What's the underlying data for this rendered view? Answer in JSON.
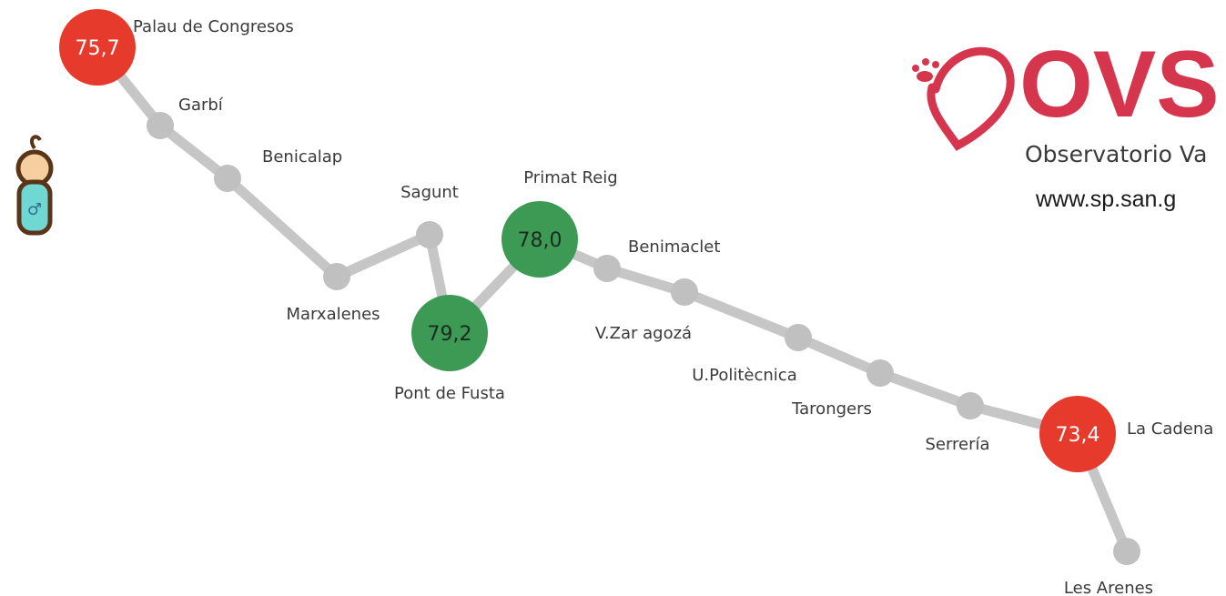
{
  "colors": {
    "line": "#c6c6c6",
    "stop": "#c0c0c0",
    "high": "#3d9a55",
    "low": "#e53a2c",
    "logo": "#d6364d",
    "baby_skin": "#f6cfa0",
    "baby_body": "#6fd8d2",
    "baby_outline": "#5a3418"
  },
  "icon": {
    "name": "baby-male-icon",
    "symbol": "♂"
  },
  "logo": {
    "name": "heart-paw-logo",
    "text": "OVS",
    "subtitle": "Observatorio Va",
    "url": "www.sp.san.g"
  },
  "stops": [
    {
      "id": "palau-de-congresos",
      "name": "Palau de Congresos",
      "value": "75,7",
      "level": "low"
    },
    {
      "id": "garbi",
      "name": "Garbí"
    },
    {
      "id": "benicalap",
      "name": "Benicalap"
    },
    {
      "id": "marxalenes",
      "name": "Marxalenes"
    },
    {
      "id": "sagunt",
      "name": "Sagunt"
    },
    {
      "id": "pont-de-fusta",
      "name": "Pont de Fusta",
      "value": "79,2",
      "level": "high"
    },
    {
      "id": "primat-reig",
      "name": "Primat Reig",
      "value": "78,0",
      "level": "high"
    },
    {
      "id": "benimaclet",
      "name": "Benimaclet"
    },
    {
      "id": "v-zaragoza",
      "name": "V.Zar agozá"
    },
    {
      "id": "u-politecnica",
      "name": "U.Politècnica"
    },
    {
      "id": "tarongers",
      "name": "Tarongers"
    },
    {
      "id": "serreria",
      "name": "Serrería"
    },
    {
      "id": "la-cadena",
      "name": "La Cadena",
      "value": "73,4",
      "level": "low"
    },
    {
      "id": "les-arenes",
      "name": "Les Arenes"
    }
  ]
}
